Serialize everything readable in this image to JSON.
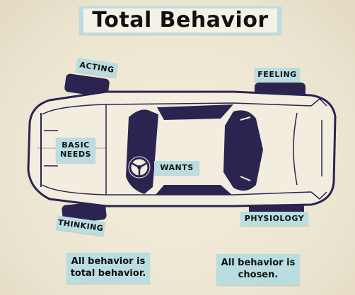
{
  "title": "Total Behavior",
  "labels": {
    "acting": "ACTING",
    "feeling": "FEELING",
    "thinking": "THINKING",
    "physiology": "PHYSIOLOGY",
    "basic_needs_line1": "BASIC",
    "basic_needs_line2": "NEEDS",
    "wants": "WANTS"
  },
  "notes": {
    "left_line1": "All behavior is",
    "left_line2": "total behavior.",
    "right_line1": "All behavior is",
    "right_line2": "chosen."
  },
  "colors": {
    "label_bg": "#b9dde0",
    "car_ink": "#2b2450",
    "wall": "#efe9d6"
  }
}
